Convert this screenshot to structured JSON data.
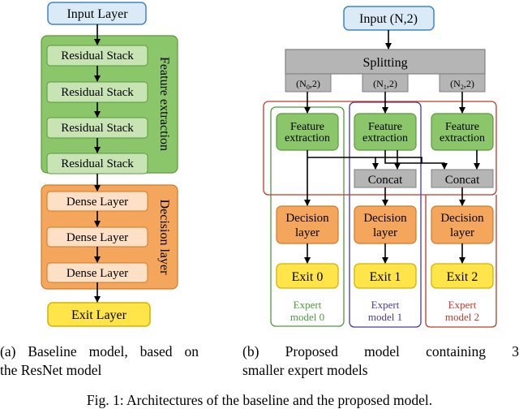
{
  "baseline": {
    "input_layer": "Input Layer",
    "residual_stacks": [
      "Residual Stack",
      "Residual Stack",
      "Residual Stack",
      "Residual Stack"
    ],
    "feature_group_label": "Feature extraction",
    "dense_layers": [
      "Dense Layer",
      "Dense Layer",
      "Dense Layer"
    ],
    "decision_group_label": "Decision layer",
    "exit_layer": "Exit Layer"
  },
  "proposed": {
    "input": "Input (N,2)",
    "splitting": "Splitting",
    "split_outputs": [
      {
        "main": "(N",
        "sub": "0",
        "tail": ",2)"
      },
      {
        "main": "(N",
        "sub": "1",
        "tail": ",2)"
      },
      {
        "main": "(N",
        "sub": "2",
        "tail": ",2)"
      }
    ],
    "feature_line1": "Feature",
    "feature_line2": "extraction",
    "concat": "Concat",
    "decision_line1": "Decision",
    "decision_line2": "layer",
    "exits": [
      "Exit 0",
      "Exit 1",
      "Exit 2"
    ],
    "experts": [
      {
        "line1": "Expert",
        "line2": "model 0"
      },
      {
        "line1": "Expert",
        "line2": "model 1"
      },
      {
        "line1": "Expert",
        "line2": "model 2"
      }
    ]
  },
  "colors": {
    "blue_fill": "#dbeaf7",
    "blue_stroke": "#3d86c6",
    "green_fill": "#8cc66b",
    "green_stroke": "#5a9a3c",
    "green_light": "#c9e4b4",
    "orange_fill": "#f3a65c",
    "orange_stroke": "#d07a28",
    "orange_light": "#fde0c5",
    "yellow_fill": "#ffe44a",
    "yellow_stroke": "#d2b300",
    "gray_fill": "#b5b5b5",
    "gray_stroke": "#808080",
    "expert0": "#4e9a3a",
    "expert1": "#4a3a9a",
    "expert2": "#c0392b"
  },
  "captions": {
    "a_line1": "(a) Baseline model, based on",
    "a_line2": "the ResNet model",
    "b_line1": "(b) Proposed model containing 3",
    "b_line2": "smaller expert models",
    "figure": "Fig. 1: Architectures of the baseline and the proposed model."
  }
}
